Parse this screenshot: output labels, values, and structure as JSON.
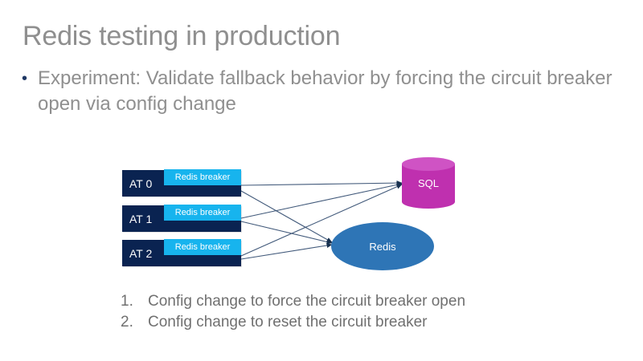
{
  "slide": {
    "title": "Redis testing in production",
    "bullets": [
      {
        "marker": "•",
        "text": "Experiment: Validate fallback behavior by forcing the circuit breaker open via config change"
      }
    ],
    "steps": [
      {
        "marker": "1.",
        "text": "Config change to force the circuit breaker open"
      },
      {
        "marker": "2.",
        "text": "Config change to reset the circuit breaker"
      }
    ]
  },
  "diagram": {
    "at_nodes": [
      {
        "label": "AT 0",
        "breaker": "Redis breaker"
      },
      {
        "label": "AT 1",
        "breaker": "Redis breaker"
      },
      {
        "label": "AT 2",
        "breaker": "Redis breaker"
      }
    ],
    "sql_node": {
      "label": "SQL"
    },
    "redis_node": {
      "label": "Redis"
    }
  },
  "colors": {
    "title_gray": "#8f8f8f",
    "body_gray": "#8f8f8f",
    "list_gray": "#707070",
    "at_node_navy": "#0a2351",
    "breaker_cyan": "#17b4ee",
    "sql_magenta": "#bf30af",
    "sql_magenta_top": "#cf53c4",
    "redis_blue": "#2e75b6",
    "bullet_navy": "#1f3864",
    "connector_navy": "#2f4661",
    "background": "#ffffff"
  }
}
